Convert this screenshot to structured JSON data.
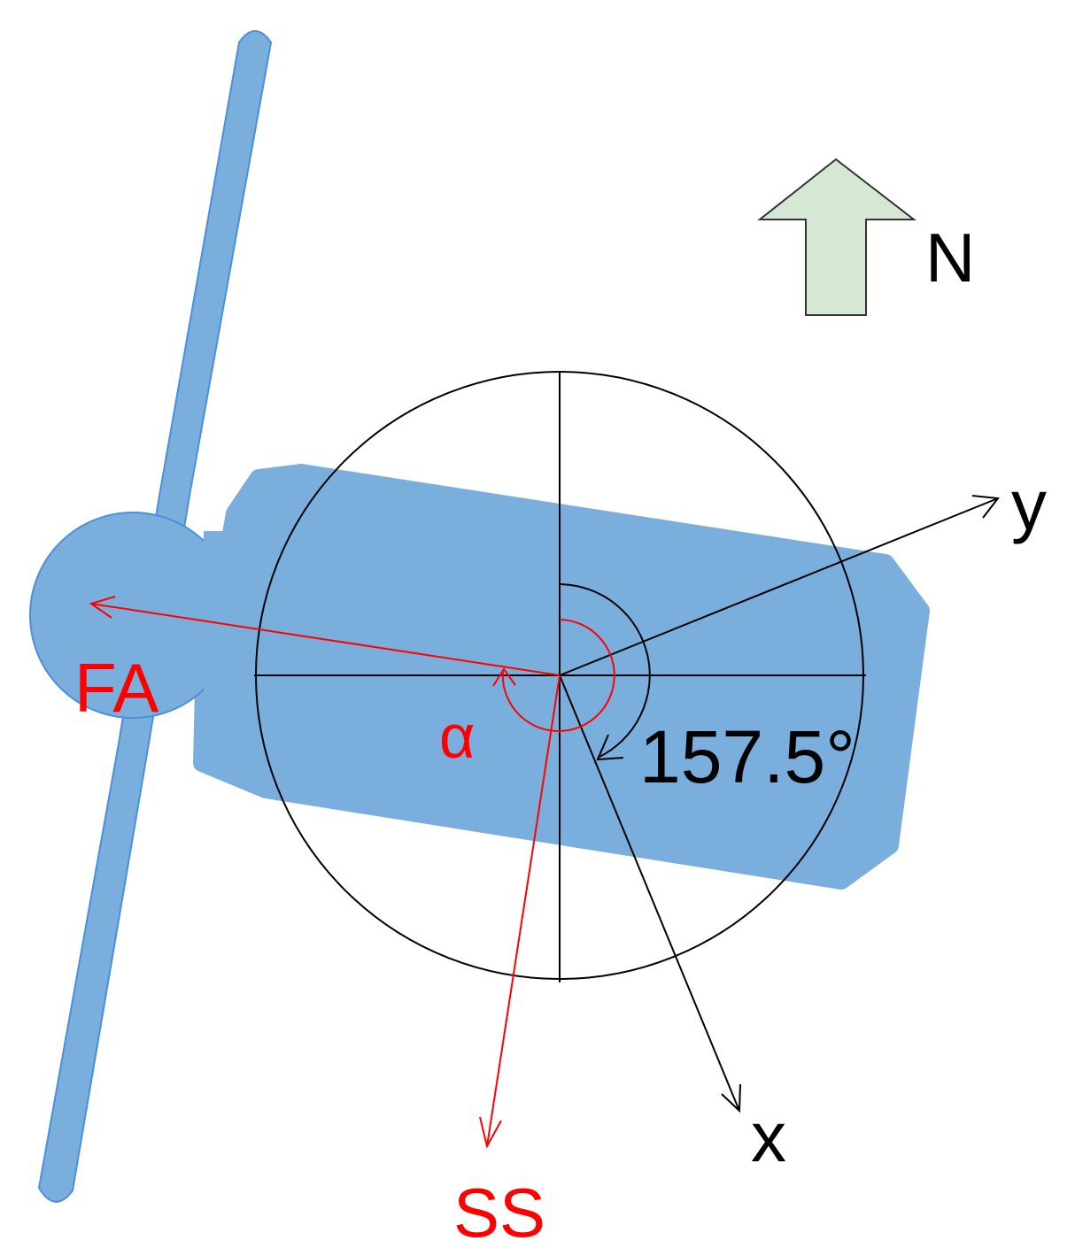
{
  "labels": {
    "north": "N",
    "y_axis": "y",
    "x_axis": "x",
    "fore_aft": "FA",
    "side_side": "SS",
    "alpha": "α",
    "angle": "157.5°"
  },
  "colors": {
    "turbine": "#7aaedd",
    "turbine_edge": "#4a90d8",
    "north_arrow_fill": "#d5e8d4",
    "north_arrow_stroke": "#333333",
    "black": "#000000",
    "red": "#ff0000"
  },
  "icons": {
    "north": "north-arrow-icon"
  }
}
